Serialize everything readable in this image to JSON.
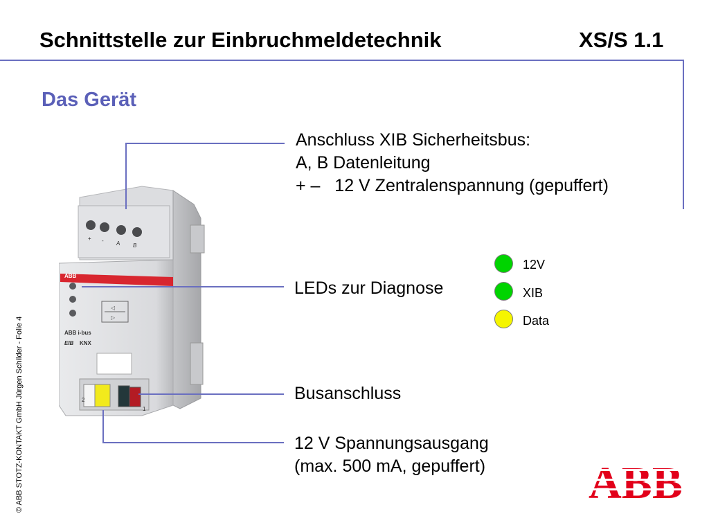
{
  "header": {
    "title": "Schnittstelle zur Einbruchmeldetechnik",
    "product": "XS/S 1.1"
  },
  "subtitle": "Das Gerät",
  "callouts": {
    "xib_line1": "Anschluss XIB Sicherheitsbus:",
    "xib_line2": "A, B Datenleitung",
    "xib_line3_prefix": "+ –",
    "xib_line3": "12 V Zentralenspannung (gepuffert)",
    "leds": "LEDs zur Diagnose",
    "bus": "Busanschluss",
    "output_line1": "12 V Spannungsausgang",
    "output_line2": "(max. 500 mA, gepuffert)"
  },
  "led_legend": [
    {
      "label": "12V",
      "color": "#00d400"
    },
    {
      "label": "XIB",
      "color": "#00d400"
    },
    {
      "label": "Data",
      "color": "#f5f500"
    }
  ],
  "device": {
    "terminal_labels": [
      "+",
      "-",
      "A",
      "B"
    ],
    "brand": "ABB",
    "bus_brand": "ABB i-bus",
    "standards": [
      "EIB",
      "KNX"
    ],
    "connector_numbers": [
      "2",
      "1"
    ]
  },
  "footer": {
    "copyright": "© ABB STOTZ-KONTAKT GmbH Jürgen Schilder - Folie 4",
    "logo": "ABB"
  },
  "colors": {
    "accent": "#5b60b8",
    "logo_red": "#e2001a"
  }
}
